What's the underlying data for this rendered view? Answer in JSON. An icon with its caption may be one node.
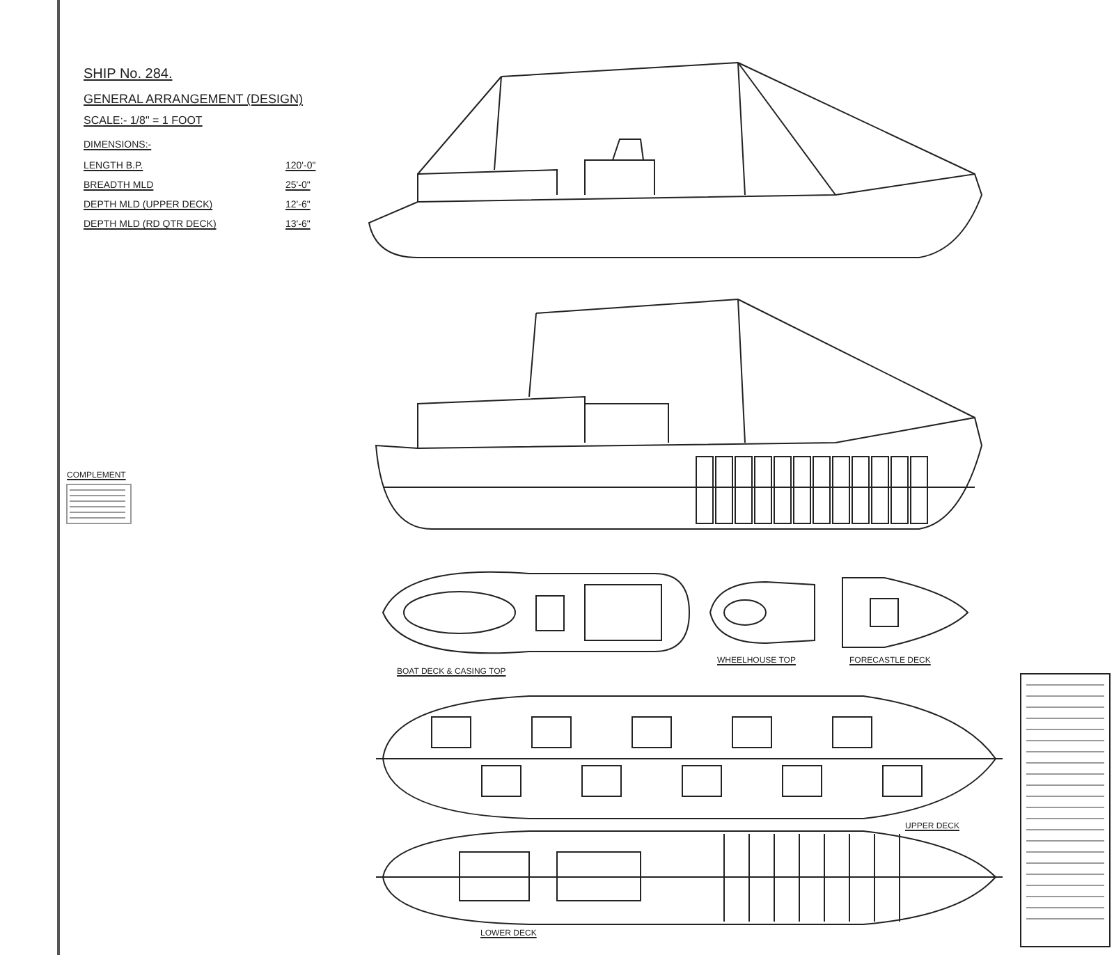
{
  "diagram": {
    "title": "SHIP No. 284.",
    "labels": [
      "GENERAL ARRANGEMENT (DESIGN)",
      "SCALE:- 1/8\" = 1 FOOT",
      "DIMENSIONS:-",
      "LENGTH B.P.",
      "120'-0\"",
      "BREADTH MLD",
      "25'-0\"",
      "DEPTH MLD (UPPER DECK)",
      "12'-6\"",
      "DEPTH MLD (RD QTR DECK)",
      "13'-6\"",
      "COMPLEMENT",
      "BOAT DECK & CASING TOP",
      "WHEELHOUSE TOP",
      "FORECASTLE DECK",
      "UPPER DECK",
      "LOWER DECK"
    ]
  }
}
